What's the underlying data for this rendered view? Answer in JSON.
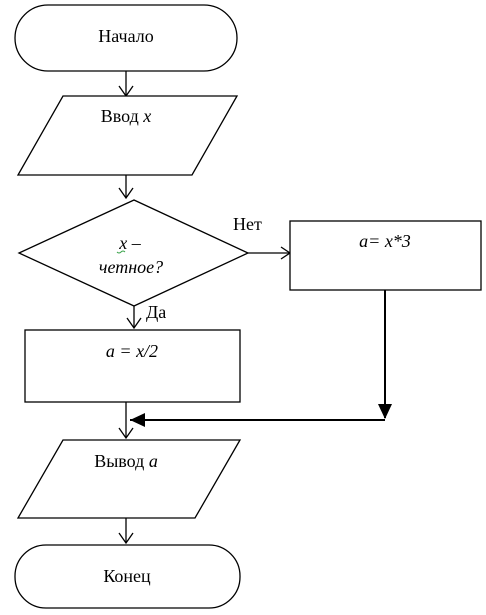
{
  "nodes": {
    "start": {
      "label": "Начало"
    },
    "input": {
      "prefix": "Ввод ",
      "var": "x"
    },
    "decision": {
      "line1": "x –",
      "line2": "четное?"
    },
    "no_process": {
      "a": "a",
      "rest": "= x*3"
    },
    "yes_process": {
      "a": "a",
      "rest": " = x/2"
    },
    "output": {
      "prefix": "Вывод ",
      "var": "a"
    },
    "end": {
      "label": "Конец"
    }
  },
  "edges": {
    "no_label": "Нет",
    "yes_label": "Да"
  }
}
